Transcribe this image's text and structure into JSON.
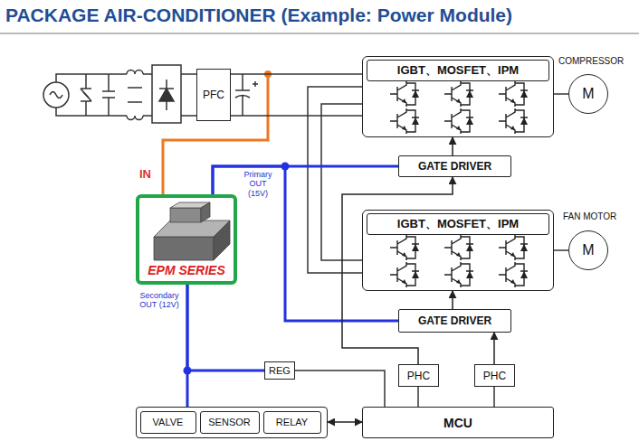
{
  "diagram": {
    "title": "PACKAGE AIR-CONDITIONER (Example: Power Module)",
    "nodes": [
      {
        "text": [
          "PFC"
        ]
      },
      {
        "text": [
          "IGBT、MOSFET、IPM"
        ]
      },
      {
        "text": [
          "M"
        ]
      },
      {
        "text": [
          "GATE DRIVER"
        ]
      },
      {
        "text": [
          "EPM SERIES"
        ]
      },
      {
        "text": [
          "IGBT、MOSFET、IPM"
        ]
      },
      {
        "text": [
          "M"
        ]
      },
      {
        "text": [
          "GATE DRIVER"
        ]
      },
      {
        "text": [
          "REG"
        ]
      },
      {
        "text": [
          "PHC"
        ]
      },
      {
        "text": [
          "PHC"
        ]
      },
      {
        "text": []
      },
      {
        "text": [
          "VALVE"
        ],
        "in": 11
      },
      {
        "text": [
          "SENSOR"
        ],
        "in": 11
      },
      {
        "text": [
          "RELAY"
        ],
        "in": 11
      },
      {
        "text": [
          "MCU"
        ]
      }
    ],
    "edges": [
      {
        "from": 0,
        "to": 1,
        "arrow": "none"
      },
      {
        "from": 0,
        "to": 1,
        "arrow": "none"
      },
      {
        "from": 1,
        "to": 2,
        "arrow": "none"
      },
      {
        "from": 3,
        "to": 1,
        "arrow": "to"
      },
      {
        "from": 1,
        "to": 5,
        "arrow": "none"
      },
      {
        "from": 1,
        "to": 5,
        "arrow": "none"
      },
      {
        "from": 5,
        "to": 6,
        "arrow": "none"
      },
      {
        "from": 7,
        "to": 5,
        "arrow": "to"
      },
      {
        "from": 4,
        "to": 3,
        "arrow": "none"
      },
      {
        "from": 4,
        "to": 7,
        "arrow": "none"
      },
      {
        "from": 4,
        "to": 11,
        "arrow": "none"
      },
      {
        "from": 4,
        "to": 8,
        "arrow": "none"
      },
      {
        "from": 8,
        "to": 15,
        "arrow": "none"
      },
      {
        "from": 9,
        "to": 3,
        "arrow": "to"
      },
      {
        "from": 10,
        "to": 7,
        "arrow": "to"
      },
      {
        "from": 15,
        "to": 9,
        "arrow": "none"
      },
      {
        "from": 15,
        "to": 10,
        "arrow": "none"
      },
      {
        "from": 11,
        "to": 15,
        "arrow": "both"
      }
    ],
    "labels": [
      "COMPRESSOR",
      "FAN MOTOR",
      "IN",
      "Primary OUT (15V)",
      "Secondary OUT (12V)"
    ]
  }
}
